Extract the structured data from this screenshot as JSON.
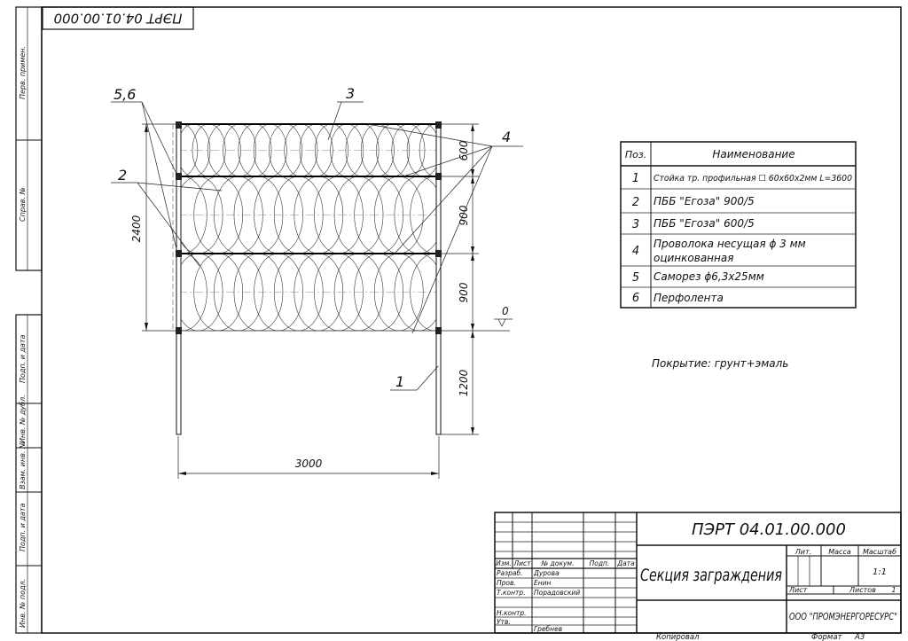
{
  "document": {
    "code": "ПЭРТ 04.01.00.000",
    "code_inverted": "ПЭРТ 04.01.00.000",
    "title": "Секция заграждения",
    "company": "ООО \"ПРОМЭНЕРГОРЕСУРС\"",
    "copied_label": "Копировал",
    "format_label": "Формат",
    "format_value": "А3",
    "coating_note": "Покрытие: грунт+эмаль"
  },
  "side_strip": [
    "Перв. примен.",
    "Справ. №",
    "Подп. и дата",
    "Инв. № дубл.",
    "Взам. инв. №",
    "Подп. и дата",
    "Инв. № подл."
  ],
  "dimensions": {
    "total_height": "2400",
    "h_top": "600",
    "h_mid": "900",
    "h_bottom": "900",
    "h_ground": "1200",
    "width": "3000",
    "ground_level": "0"
  },
  "callouts": {
    "c56": "5,6",
    "c2": "2",
    "c3": "3",
    "c4": "4",
    "c1": "1"
  },
  "parts_table": {
    "headers": [
      "Поз.",
      "Наименование"
    ],
    "rows": [
      {
        "pos": "1",
        "name": "Стойка тр. профильная ☐ 60х60х2мм L=3600"
      },
      {
        "pos": "2",
        "name": "ПББ \"Егоза\" 900/5"
      },
      {
        "pos": "3",
        "name": "ПББ \"Егоза\" 600/5"
      },
      {
        "pos": "4",
        "name": "Проволока несущая ϕ 3 мм",
        "name2": "оцинкованная"
      },
      {
        "pos": "5",
        "name": "Саморез ϕ6,3х25мм"
      },
      {
        "pos": "6",
        "name": "Перфолента"
      }
    ]
  },
  "title_block": {
    "col_headers": [
      "Изм.",
      "Лист",
      "№ докум.",
      "Подп.",
      "Дата"
    ],
    "roles": [
      {
        "role": "Разраб.",
        "name": "Дурова"
      },
      {
        "role": "Пров.",
        "name": "Енин"
      },
      {
        "role": "Т.контр.",
        "name": "Порадовский"
      },
      {
        "role": "Н.контр.",
        "name": ""
      },
      {
        "role": "Утв.",
        "name": "Гребнев"
      }
    ],
    "lit_label": "Лит.",
    "mass_label": "Масса",
    "scale_label": "Масштаб",
    "scale_value": "1:1",
    "sheet_label": "Лист",
    "sheets_label": "Листов",
    "sheets_value": "1"
  }
}
